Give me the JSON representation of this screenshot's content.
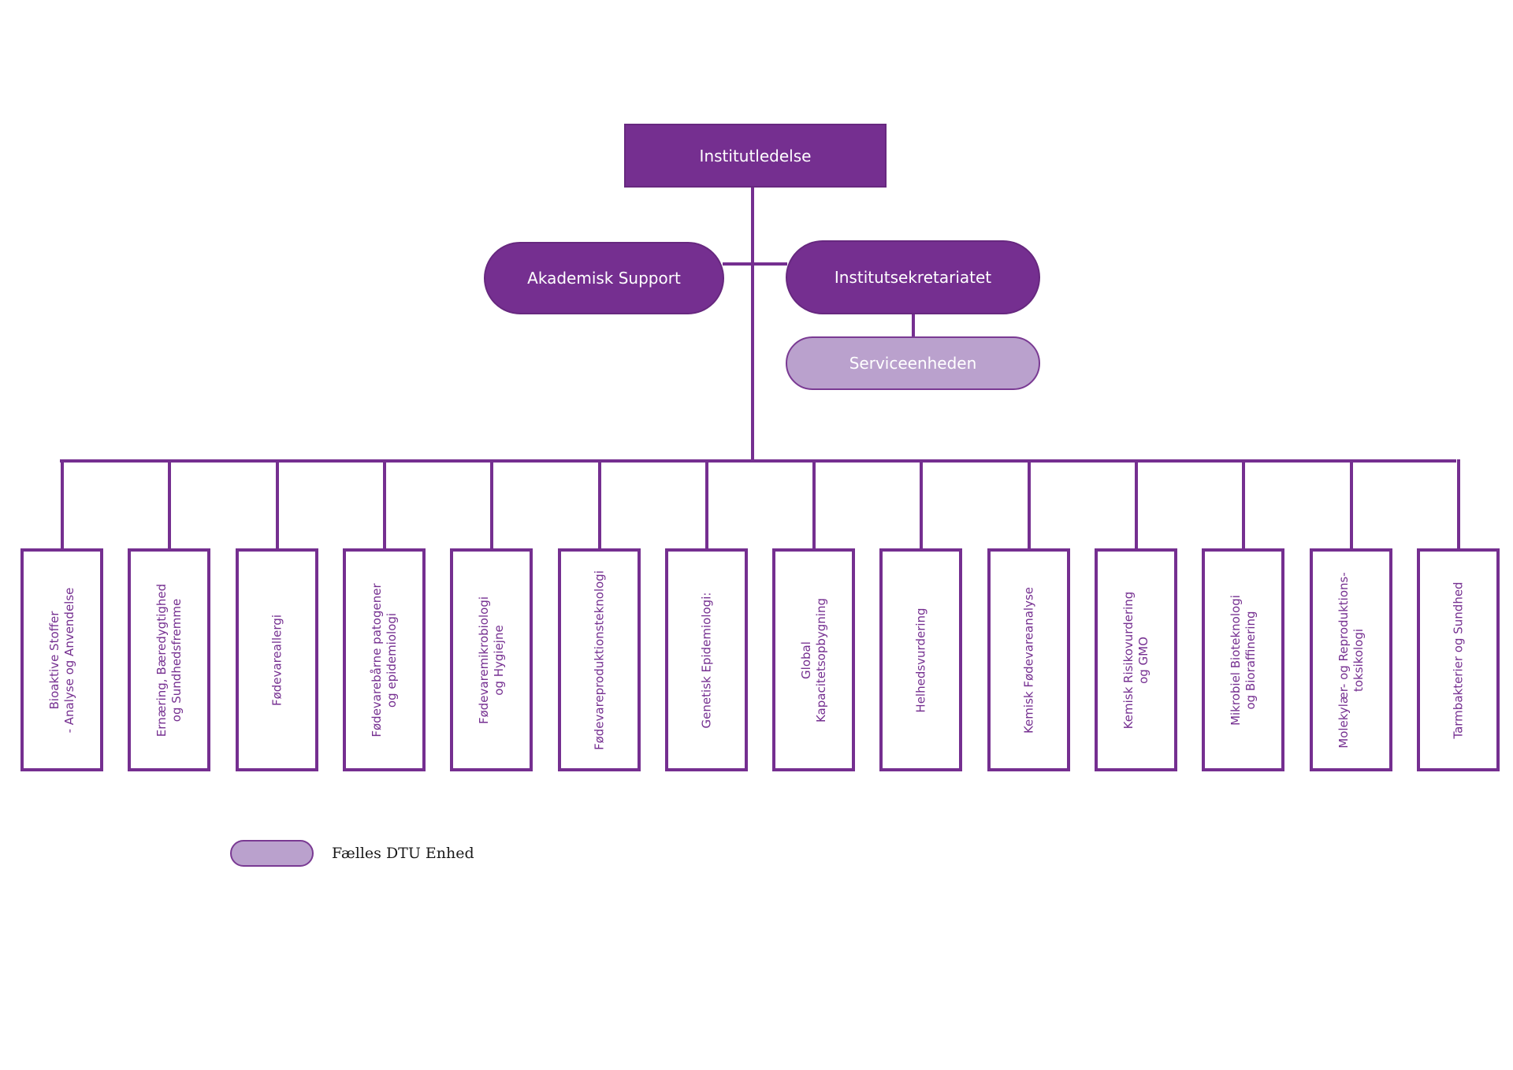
{
  "colors": {
    "primary": "#752f90",
    "shared_unit": "#baa1cd",
    "background": "#ffffff"
  },
  "org_chart": {
    "top": "Institutledelse",
    "staff_left": "Akademisk Support",
    "staff_right": "Institutsekretariatet",
    "service": "Serviceenheden",
    "departments": [
      "Bioaktive Stoffer\n- Analyse og Anvendelse",
      "Ernæring, Bæredygtighed\nog Sundhedsfremme",
      "Fødevareallergi",
      "Fødevarebårne patogener\nog epidemiologi",
      "Fødevaremikrobiologi\nog Hygiejne",
      "Fødevareproduktionsteknologi",
      "Genetisk Epidemiologi:",
      "Global\nKapacitetsopbygning",
      "Helhedsvurdering",
      "Kemisk Fødevareanalyse",
      "Kemisk Risikovurdering\nog GMO",
      "Mikrobiel Bioteknologi\nog Bioraffinering",
      "Molekylær- og Reproduktions-\ntoksikologi",
      "Tarmbakterier og Sundhed"
    ]
  },
  "legend": {
    "label": "Fælles DTU Enhed"
  }
}
